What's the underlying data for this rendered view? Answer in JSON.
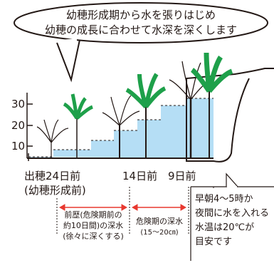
{
  "callout": {
    "line1": "幼穂形成期から水を張りはじめ",
    "line2": "幼穂の成長に合わせて水深を深くします"
  },
  "axis": {
    "ticks": [
      "30",
      "20",
      "10"
    ]
  },
  "timeline": {
    "label_24": "出穂24日前",
    "label_24_sub": "(幼穂形成前)",
    "label_14": "14日前",
    "label_9": "9日前"
  },
  "annotations": {
    "phase1_line1": "前歴(危険期前の",
    "phase1_line2": "約10日間)の深水",
    "phase1_line3": "(徐々に深くする)",
    "phase2_line1": "危険期の深水",
    "phase2_line2": "(15～20㎝)",
    "note_line1": "早朝4～5時か",
    "note_line2": "夜間に水を入れる",
    "note_line3": "水温は20℃が",
    "note_line4": "目安です"
  },
  "colors": {
    "water": "#b5def5",
    "plant_green": "#1ea04a",
    "arrow_red": "#e8382f",
    "ink": "#231815"
  }
}
